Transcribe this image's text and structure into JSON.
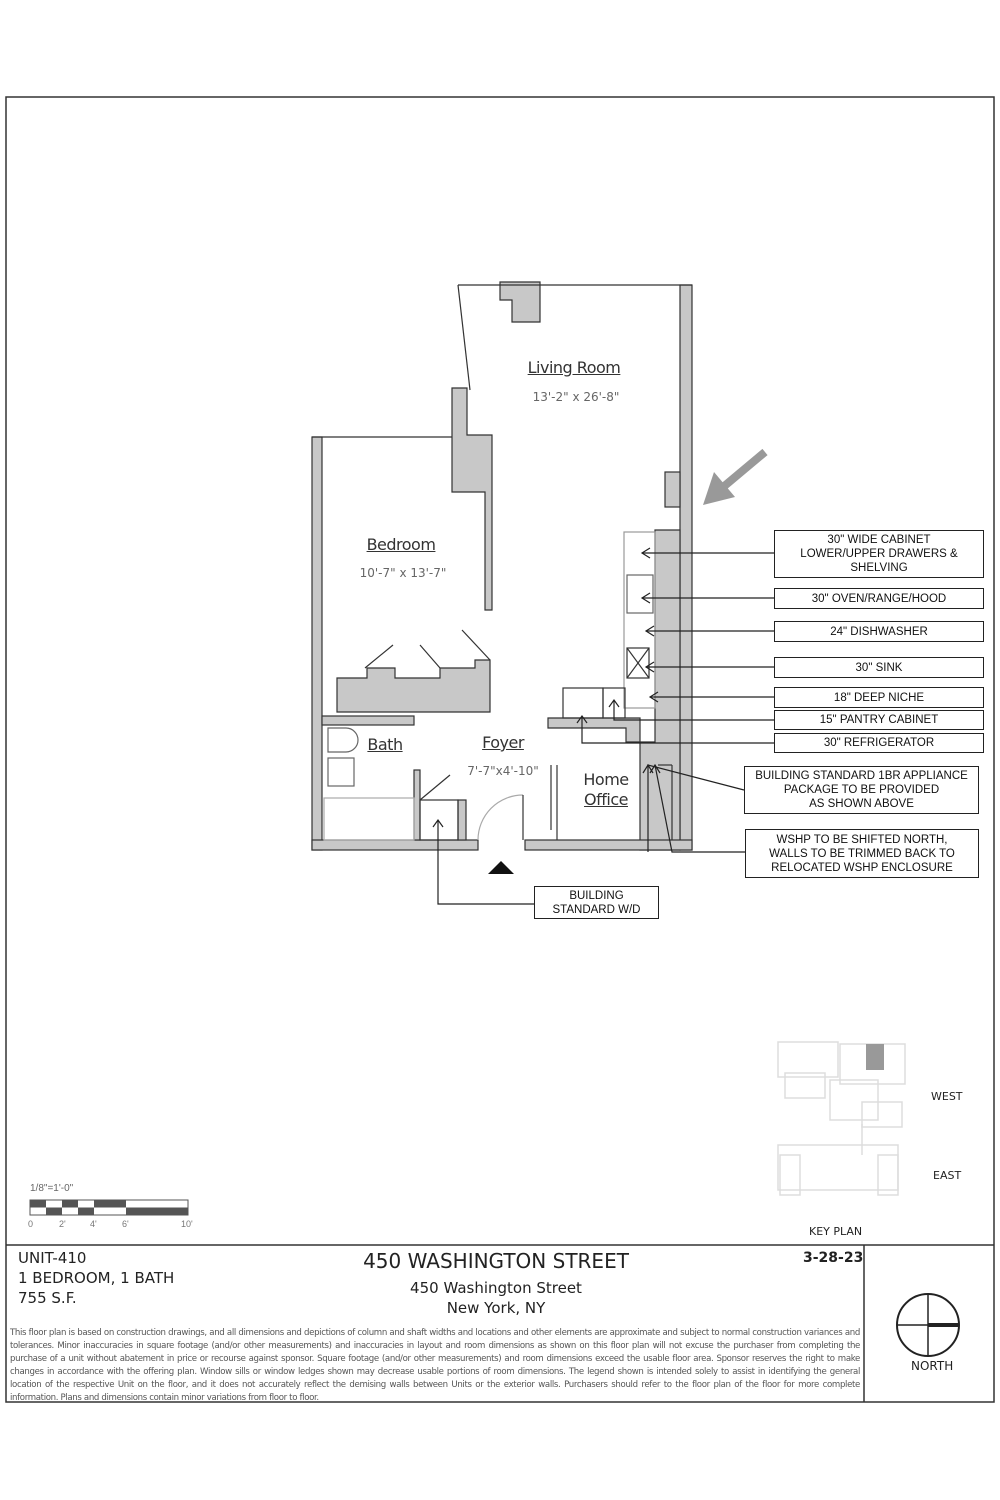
{
  "rooms": {
    "living": {
      "name": "Living Room",
      "dims": "13'-2\" x 26'-8\""
    },
    "bedroom": {
      "name": "Bedroom",
      "dims": "10'-7\" x 13'-7\""
    },
    "bath": {
      "name": "Bath"
    },
    "foyer": {
      "name": "Foyer",
      "dims": "7'-7\"x4'-10\""
    },
    "office": {
      "line1": "Home",
      "line2": "Office"
    }
  },
  "callouts": [
    {
      "lines": [
        "30\" WIDE CABINET",
        "LOWER/UPPER DRAWERS &",
        "SHELVING"
      ]
    },
    {
      "lines": [
        "30\" OVEN/RANGE/HOOD"
      ]
    },
    {
      "lines": [
        "24\" DISHWASHER"
      ]
    },
    {
      "lines": [
        "30\" SINK"
      ]
    },
    {
      "lines": [
        "18\" DEEP NICHE"
      ]
    },
    {
      "lines": [
        "15\" PANTRY CABINET"
      ]
    },
    {
      "lines": [
        "30\" REFRIGERATOR"
      ]
    },
    {
      "lines": [
        "BUILDING STANDARD 1BR APPLIANCE",
        "PACKAGE TO BE PROVIDED",
        "AS SHOWN ABOVE"
      ]
    },
    {
      "lines": [
        "WSHP TO BE SHIFTED NORTH,",
        "WALLS TO BE TRIMMED BACK TO",
        "RELOCATED WSHP ENCLOSURE"
      ]
    },
    {
      "lines": [
        "BUILDING",
        "STANDARD W/D"
      ]
    }
  ],
  "scale": {
    "label": "1/8\"=1'-0\"",
    "ticks": [
      "0",
      "2'",
      "4'",
      "6'",
      "10'"
    ]
  },
  "key_plan": {
    "west": "WEST",
    "east": "EAST",
    "title": "KEY PLAN"
  },
  "title_block": {
    "unit": "UNIT-410",
    "type": "1 BEDROOM, 1 BATH",
    "area": "755 S.F.",
    "building": "450 WASHINGTON STREET",
    "address1": "450 Washington Street",
    "address2": "New York, NY",
    "date": "3-28-23",
    "north": "NORTH"
  },
  "disclaimer": "This floor plan is based on construction drawings, and all dimensions and depictions of column and shaft widths and locations and other elements are approximate and subject to normal construction variances and tolerances. Minor inaccuracies in square footage (and/or other measurements) and inaccuracies in layout and room dimensions as shown on this floor plan will not excuse the purchaser from completing the purchase of a unit without abatement in price or recourse against sponsor. Square footage (and/or other measurements) and room dimensions exceed the usable floor area. Sponsor reserves the right to make changes in accordance with the offering plan. Window sills or window ledges shown may decrease usable portions of room dimensions. The legend shown is intended solely to assist in identifying the general location of the respective Unit on the floor, and it does not accurately reflect the demising walls between Units or the exterior walls. Purchasers should refer to the floor plan of the floor for more complete information. Plans and dimensions contain minor variations from floor to floor.",
  "colors": {
    "wall": "#c8c8c8",
    "line": "#222222",
    "arrow": "#999999"
  }
}
